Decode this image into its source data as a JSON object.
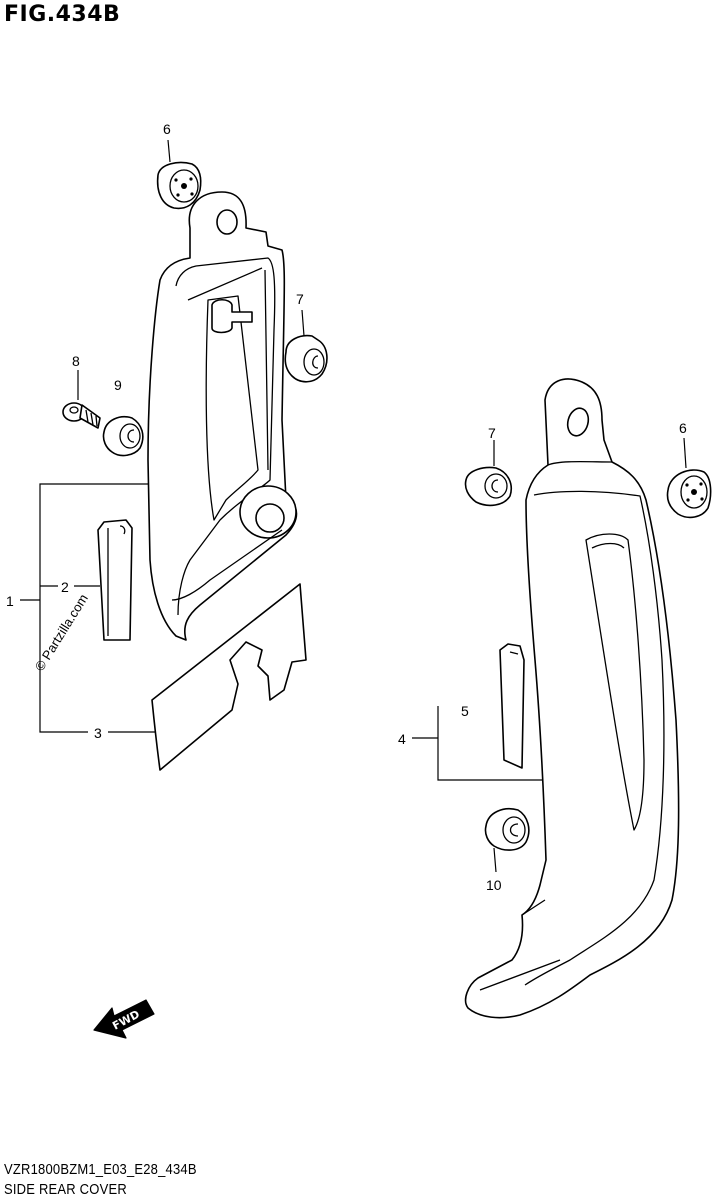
{
  "figure": {
    "title": "FIG.434B",
    "code": "VZR1800BZM1_E03_E28_434B",
    "name": "SIDE REAR COVER"
  },
  "watermark": "© Partzilla.com",
  "fwd_label": "FWD",
  "callouts": {
    "c1": "1",
    "c2": "2",
    "c3": "3",
    "c4": "4",
    "c5": "5",
    "c6a": "6",
    "c6b": "6",
    "c7a": "7",
    "c7b": "7",
    "c8": "8",
    "c9": "9",
    "c10": "10"
  }
}
